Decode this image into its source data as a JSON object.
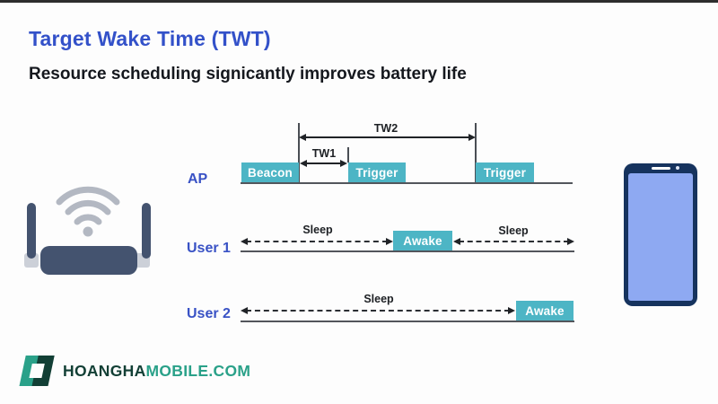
{
  "page": {
    "title": "Target Wake Time (TWT)",
    "subtitle": "Resource scheduling signicantly improves battery life"
  },
  "timeline": {
    "ap": {
      "label": "AP",
      "boxes": [
        "Beacon",
        "Trigger",
        "Trigger"
      ],
      "tw1": "TW1",
      "tw2": "TW2"
    },
    "user1": {
      "label": "User 1",
      "sleep_left": "Sleep",
      "awake": "Awake",
      "sleep_right": "Sleep"
    },
    "user2": {
      "label": "User 2",
      "sleep": "Sleep",
      "awake": "Awake"
    }
  },
  "branding": {
    "name_primary": "HOANGHA",
    "name_secondary": "MOBILE.COM"
  },
  "icons": {
    "left": "wifi-router-icon",
    "right": "smartphone-icon",
    "footer": "brand-logo-icon"
  },
  "colors": {
    "accent_blue": "#3351c9",
    "label_blue": "#3952c5",
    "box_teal": "#4db5c5",
    "router_navy": "#44536f",
    "wifi_gray": "#b3b8c2",
    "phone_navy": "#16335e",
    "phone_screen_blue": "#8ea9f2",
    "brand_dark_green": "#123f35",
    "brand_teal_green": "#2aa189",
    "text_dark": "#15181e"
  }
}
